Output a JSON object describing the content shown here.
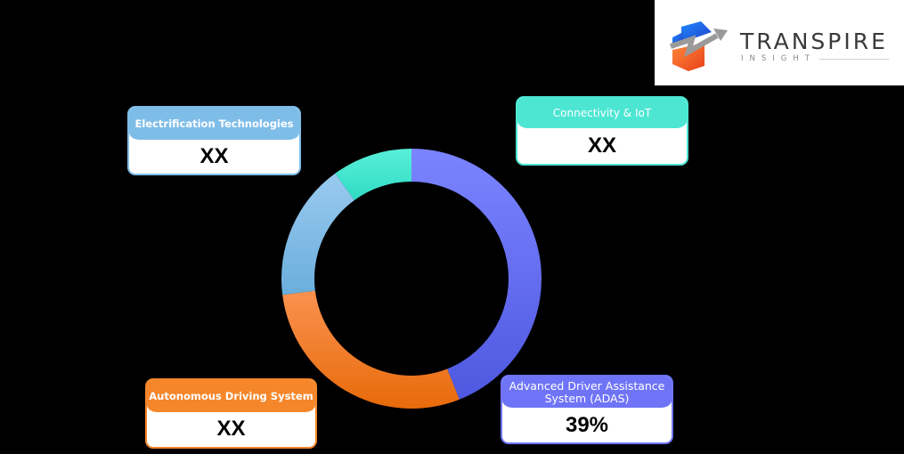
{
  "logo": {
    "name": "TRANSPIRE",
    "tagline": "INSIGHT"
  },
  "chart_data": {
    "type": "pie",
    "subtype": "donut",
    "title": "",
    "categories": [
      "Advanced Driver Assistance System (ADAS)",
      "Autonomous Driving System",
      "Electrification Technologies",
      "Connectivity & IoT"
    ],
    "values": [
      39,
      null,
      null,
      null
    ],
    "value_labels": [
      "39%",
      "XX",
      "XX",
      "XX"
    ],
    "visual_share_estimate_pct": [
      44,
      29,
      17,
      10
    ],
    "colors": [
      "#6a72f5",
      "#f5841f",
      "#7ab8e8",
      "#45e6cf"
    ],
    "legend_position": "callout cards around donut"
  },
  "cards": {
    "electrification": {
      "label": "Electrification Technologies",
      "value": "XX",
      "color": "#7fbde9"
    },
    "connectivity": {
      "label": "Connectivity & IoT",
      "value": "XX",
      "color": "#4de6d3"
    },
    "autonomous": {
      "label": "Autonomous Driving System",
      "value": "XX",
      "color": "#f5862a"
    },
    "adas": {
      "label": "Advanced Driver Assistance System (ADAS)",
      "value": "39%",
      "color": "#6f74f7"
    }
  }
}
